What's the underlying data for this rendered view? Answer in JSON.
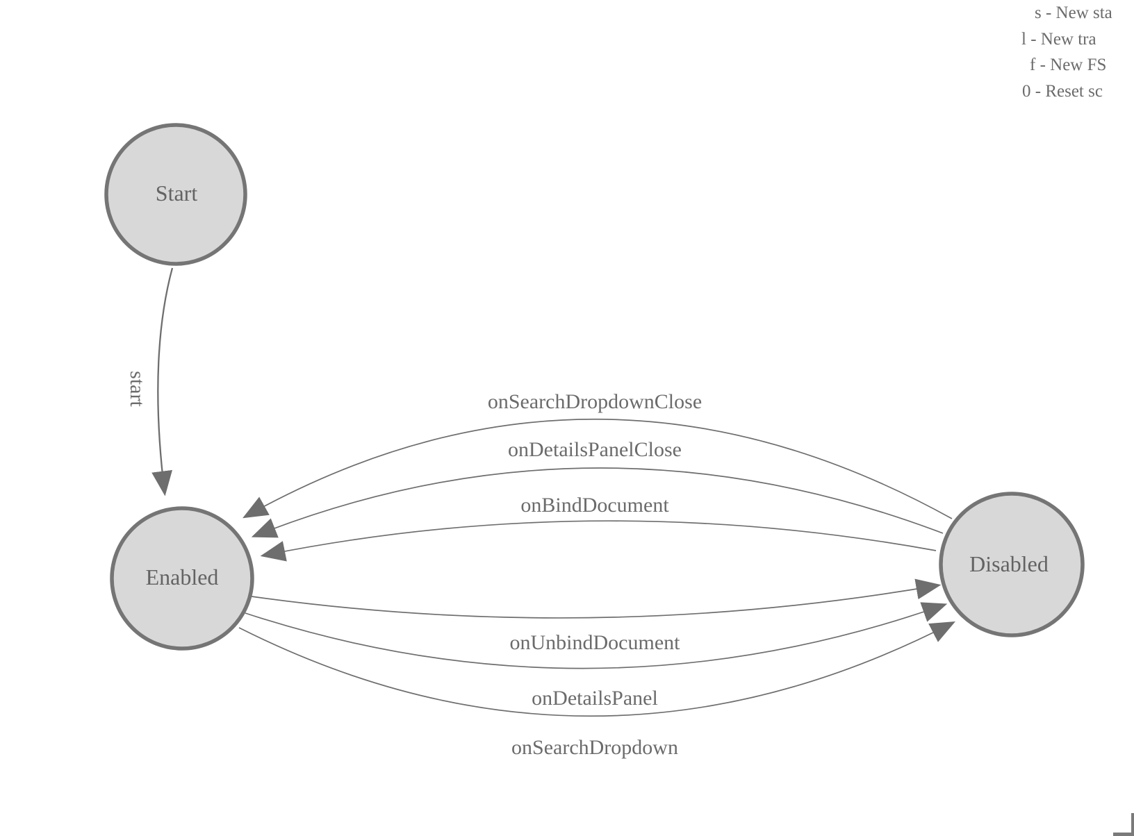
{
  "diagram": {
    "nodes": [
      {
        "id": "start",
        "label": "Start"
      },
      {
        "id": "enabled",
        "label": "Enabled"
      },
      {
        "id": "disabled",
        "label": "Disabled"
      }
    ],
    "edges": [
      {
        "from": "Start",
        "to": "Enabled",
        "label": "start"
      },
      {
        "from": "Disabled",
        "to": "Enabled",
        "label": "onSearchDropdownClose"
      },
      {
        "from": "Disabled",
        "to": "Enabled",
        "label": "onDetailsPanelClose"
      },
      {
        "from": "Disabled",
        "to": "Enabled",
        "label": "onBindDocument"
      },
      {
        "from": "Enabled",
        "to": "Disabled",
        "label": "onUnbindDocument"
      },
      {
        "from": "Enabled",
        "to": "Disabled",
        "label": "onDetailsPanel"
      },
      {
        "from": "Enabled",
        "to": "Disabled",
        "label": "onSearchDropdown"
      }
    ]
  },
  "legend": {
    "lines": [
      "s - New sta",
      "l - New tra",
      "f - New FS",
      "0 - Reset sc"
    ]
  },
  "colors": {
    "node-fill": "#d8d8d8",
    "node-stroke": "#757575",
    "node-text": "#636363",
    "label-text": "#6b6b6b",
    "edge-color": "#6e6e6e",
    "corner-color": "#7a7a7a"
  }
}
